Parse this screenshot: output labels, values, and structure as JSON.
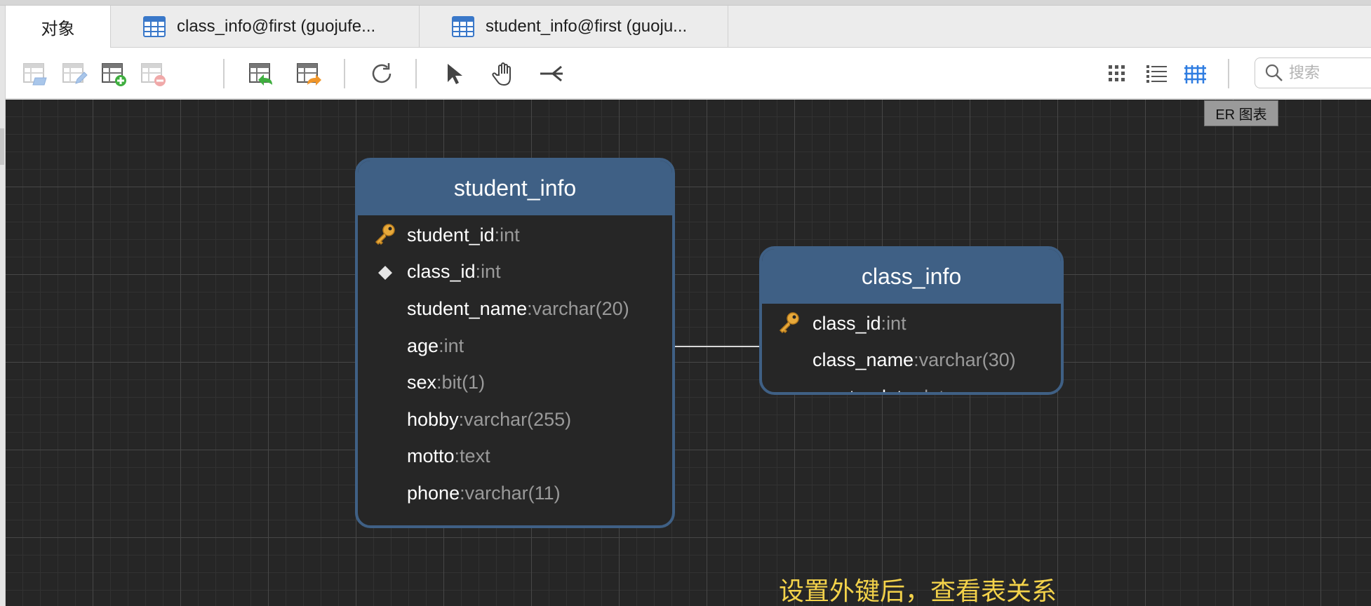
{
  "tabs": [
    {
      "label": "对象",
      "active": true
    },
    {
      "label": "class_info@first (guojufe...",
      "active": false
    },
    {
      "label": "student_info@first (guoju...",
      "active": false
    }
  ],
  "search": {
    "placeholder": "搜索"
  },
  "tooltip": "ER 图表",
  "colors": {
    "entity_header": "#3f6085",
    "canvas_bg": "#262626",
    "annotation": "#f3d24a",
    "key": "#e8a93a"
  },
  "entities": {
    "student_info": {
      "title": "student_info",
      "fields": [
        {
          "name": "student_id",
          "type": "int",
          "icon": "primary-key-icon"
        },
        {
          "name": "class_id",
          "type": "int",
          "icon": "foreign-key-icon"
        },
        {
          "name": "student_name",
          "type": "varchar(20)"
        },
        {
          "name": "age",
          "type": "int"
        },
        {
          "name": "sex",
          "type": "bit(1)"
        },
        {
          "name": "hobby",
          "type": "varchar(255)"
        },
        {
          "name": "motto",
          "type": "text"
        },
        {
          "name": "phone",
          "type": "varchar(11)"
        }
      ]
    },
    "class_info": {
      "title": "class_info",
      "fields": [
        {
          "name": "class_id",
          "type": "int",
          "icon": "primary-key-icon"
        },
        {
          "name": "class_name",
          "type": "varchar(30)"
        },
        {
          "name": "create_date",
          "type": "date"
        }
      ]
    }
  },
  "annotation": "设置外键后，查看表关系",
  "separator": ": "
}
